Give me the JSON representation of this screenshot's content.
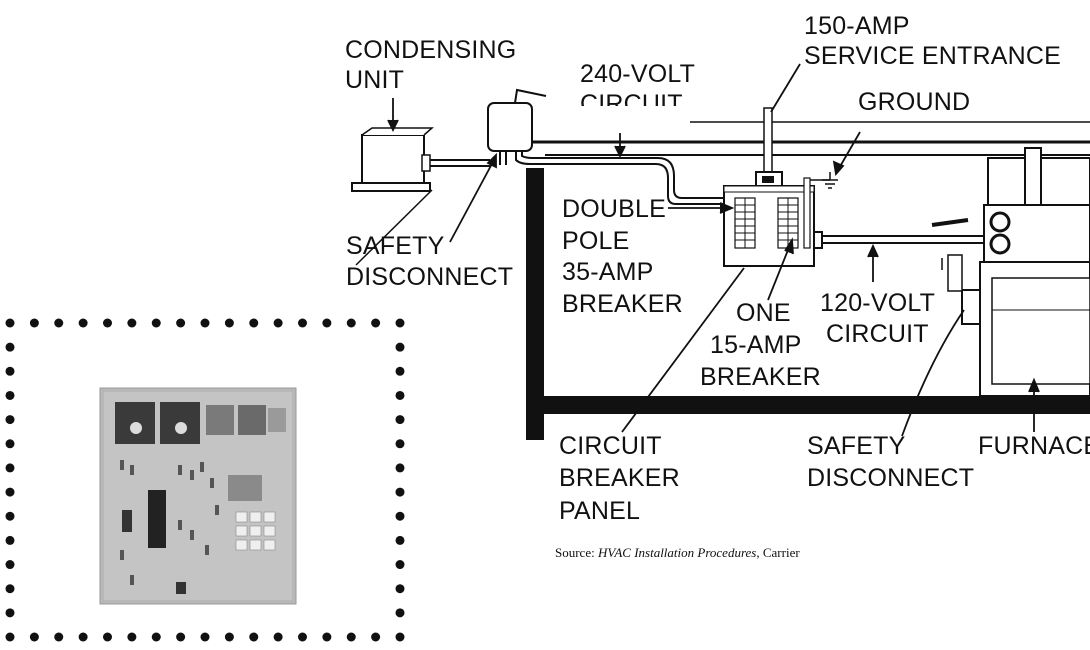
{
  "labels": {
    "condensing_unit": [
      "CONDENSING",
      "UNIT"
    ],
    "volt_240": [
      "240-VOLT",
      "CIRCUIT"
    ],
    "amp_150": [
      "150-AMP",
      "SERVICE ENTRANCE"
    ],
    "ground": "GROUND",
    "safety_disconnect_left": [
      "SAFETY",
      "DISCONNECT"
    ],
    "double_pole": [
      "DOUBLE",
      "POLE",
      "35-AMP",
      "BREAKER"
    ],
    "one_15amp": [
      "ONE",
      "15-AMP",
      "BREAKER"
    ],
    "volt_120": [
      "120-VOLT",
      "CIRCUIT"
    ],
    "circuit_breaker_panel": [
      "CIRCUIT",
      "BREAKER",
      "PANEL"
    ],
    "safety_disconnect_right": [
      "SAFETY",
      "DISCONNECT"
    ],
    "furnace": "FURNACE"
  },
  "source": {
    "prefix": "Source: ",
    "title": "HVAC Installation Procedures",
    "suffix": ", Carrier"
  }
}
